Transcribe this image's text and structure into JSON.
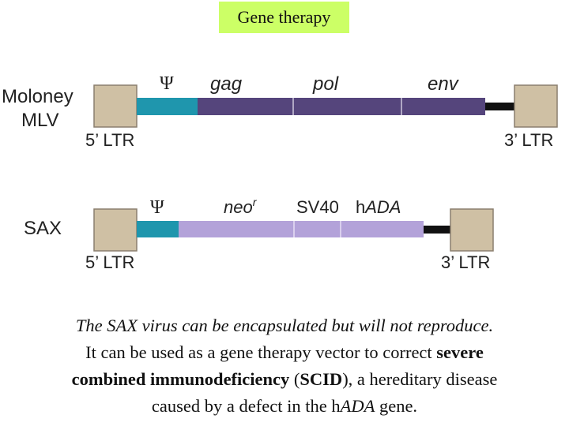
{
  "title": "Gene therapy",
  "colors": {
    "title_bg": "#ccff66",
    "ltr_box": "#cfc0a4",
    "psi_segment": "#1f96ad",
    "mlv_genes": "#55457c",
    "sax_genes": "#b3a2d9",
    "linker": "#111111"
  },
  "constructs": {
    "moloney": {
      "label_line1": "Moloney",
      "label_line2": "MLV",
      "psi": "Ψ",
      "genes": [
        "gag",
        "pol",
        "env"
      ],
      "ltr5": "5’ LTR",
      "ltr3": "3’ LTR"
    },
    "sax": {
      "label": "SAX",
      "psi": "Ψ",
      "neo": "neo",
      "neo_sup": "r",
      "sv40": "SV40",
      "hada_h": "h",
      "hada_gene": "ADA",
      "ltr5": "5’ LTR",
      "ltr3": "3’ LTR"
    }
  },
  "caption": {
    "line1": "The SAX virus can be encapsulated but will not reproduce.",
    "line2_a": "It can be used as a gene therapy vector to correct ",
    "line2_b": "severe",
    "line3_a": "combined immunodeficiency",
    "line3_b": " (",
    "line3_c": "SCID",
    "line3_d": "), a hereditary disease",
    "line4_a": "caused by a defect in the h",
    "line4_b": "ADA",
    "line4_c": " gene."
  }
}
